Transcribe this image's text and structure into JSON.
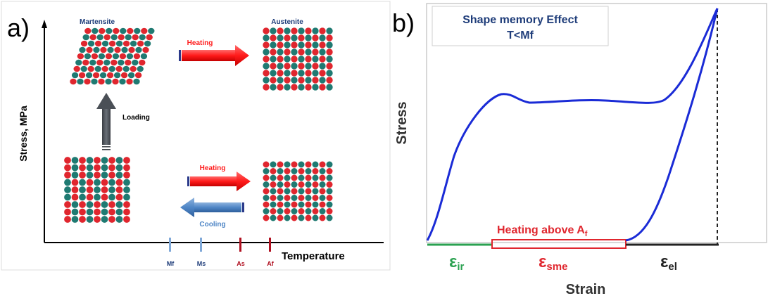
{
  "panel_a": {
    "label": "a)",
    "y_axis_label": "Stress, MPa",
    "x_axis_label": "Temperature",
    "martensite_label": "Martensite",
    "austenite_label": "Austenite",
    "heating_top_label": "Heating",
    "loading_label": "Loading",
    "heating_bottom_label": "Heating",
    "cooling_label": "Cooling",
    "temps": [
      "Mf",
      "Ms",
      "As",
      "Af"
    ],
    "colors": {
      "atom_red": "#e0262e",
      "atom_teal": "#1f7a72",
      "heating_arrow": "#ff1a1a",
      "cooling_arrow": "#4f86c6",
      "loading_arrow": "#555a60",
      "martensite_text": "#1f3d7a",
      "mf_ms_tick": "#7fa8d8",
      "as_af_tick": "#b01020"
    }
  },
  "panel_b": {
    "label": "b)",
    "title_line1": "Shape memory Effect",
    "title_line2": "T<Mf",
    "y_axis_label": "Stress",
    "x_axis_label": "Strain",
    "heating_label": "Heating above A",
    "heating_label_sub": "f",
    "eps_ir_main": "ε",
    "eps_ir_sub": "ir",
    "eps_sme_main": "ε",
    "eps_sme_sub": "sme",
    "eps_el_main": "ε",
    "eps_el_sub": "el",
    "colors": {
      "curve": "#1a2bd6",
      "eps_ir": "#2aa150",
      "eps_sme": "#e0262e",
      "eps_el": "#222222",
      "title": "#1f3d7a"
    }
  }
}
